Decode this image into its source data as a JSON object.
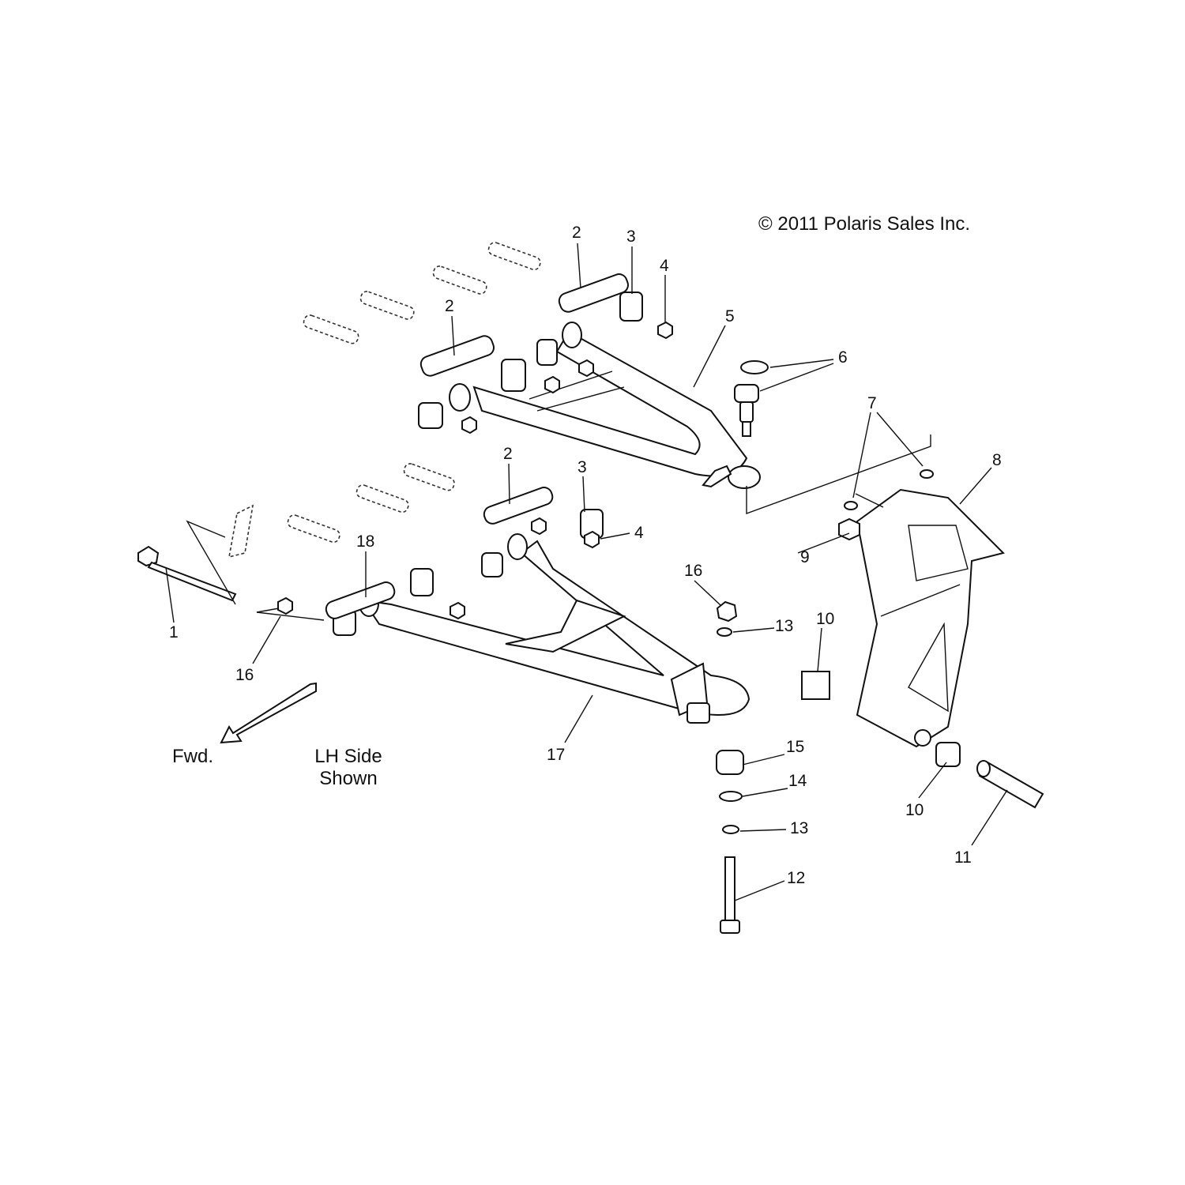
{
  "copyright": "© 2011 Polaris Sales Inc.",
  "notes": {
    "forward": "Fwd.",
    "side_line1": "LH Side",
    "side_line2": "Shown"
  },
  "callouts": [
    "1",
    "2",
    "2",
    "2",
    "3",
    "3",
    "4",
    "4",
    "5",
    "6",
    "7",
    "8",
    "9",
    "10",
    "10",
    "11",
    "12",
    "13",
    "13",
    "14",
    "15",
    "16",
    "16",
    "17",
    "18"
  ]
}
